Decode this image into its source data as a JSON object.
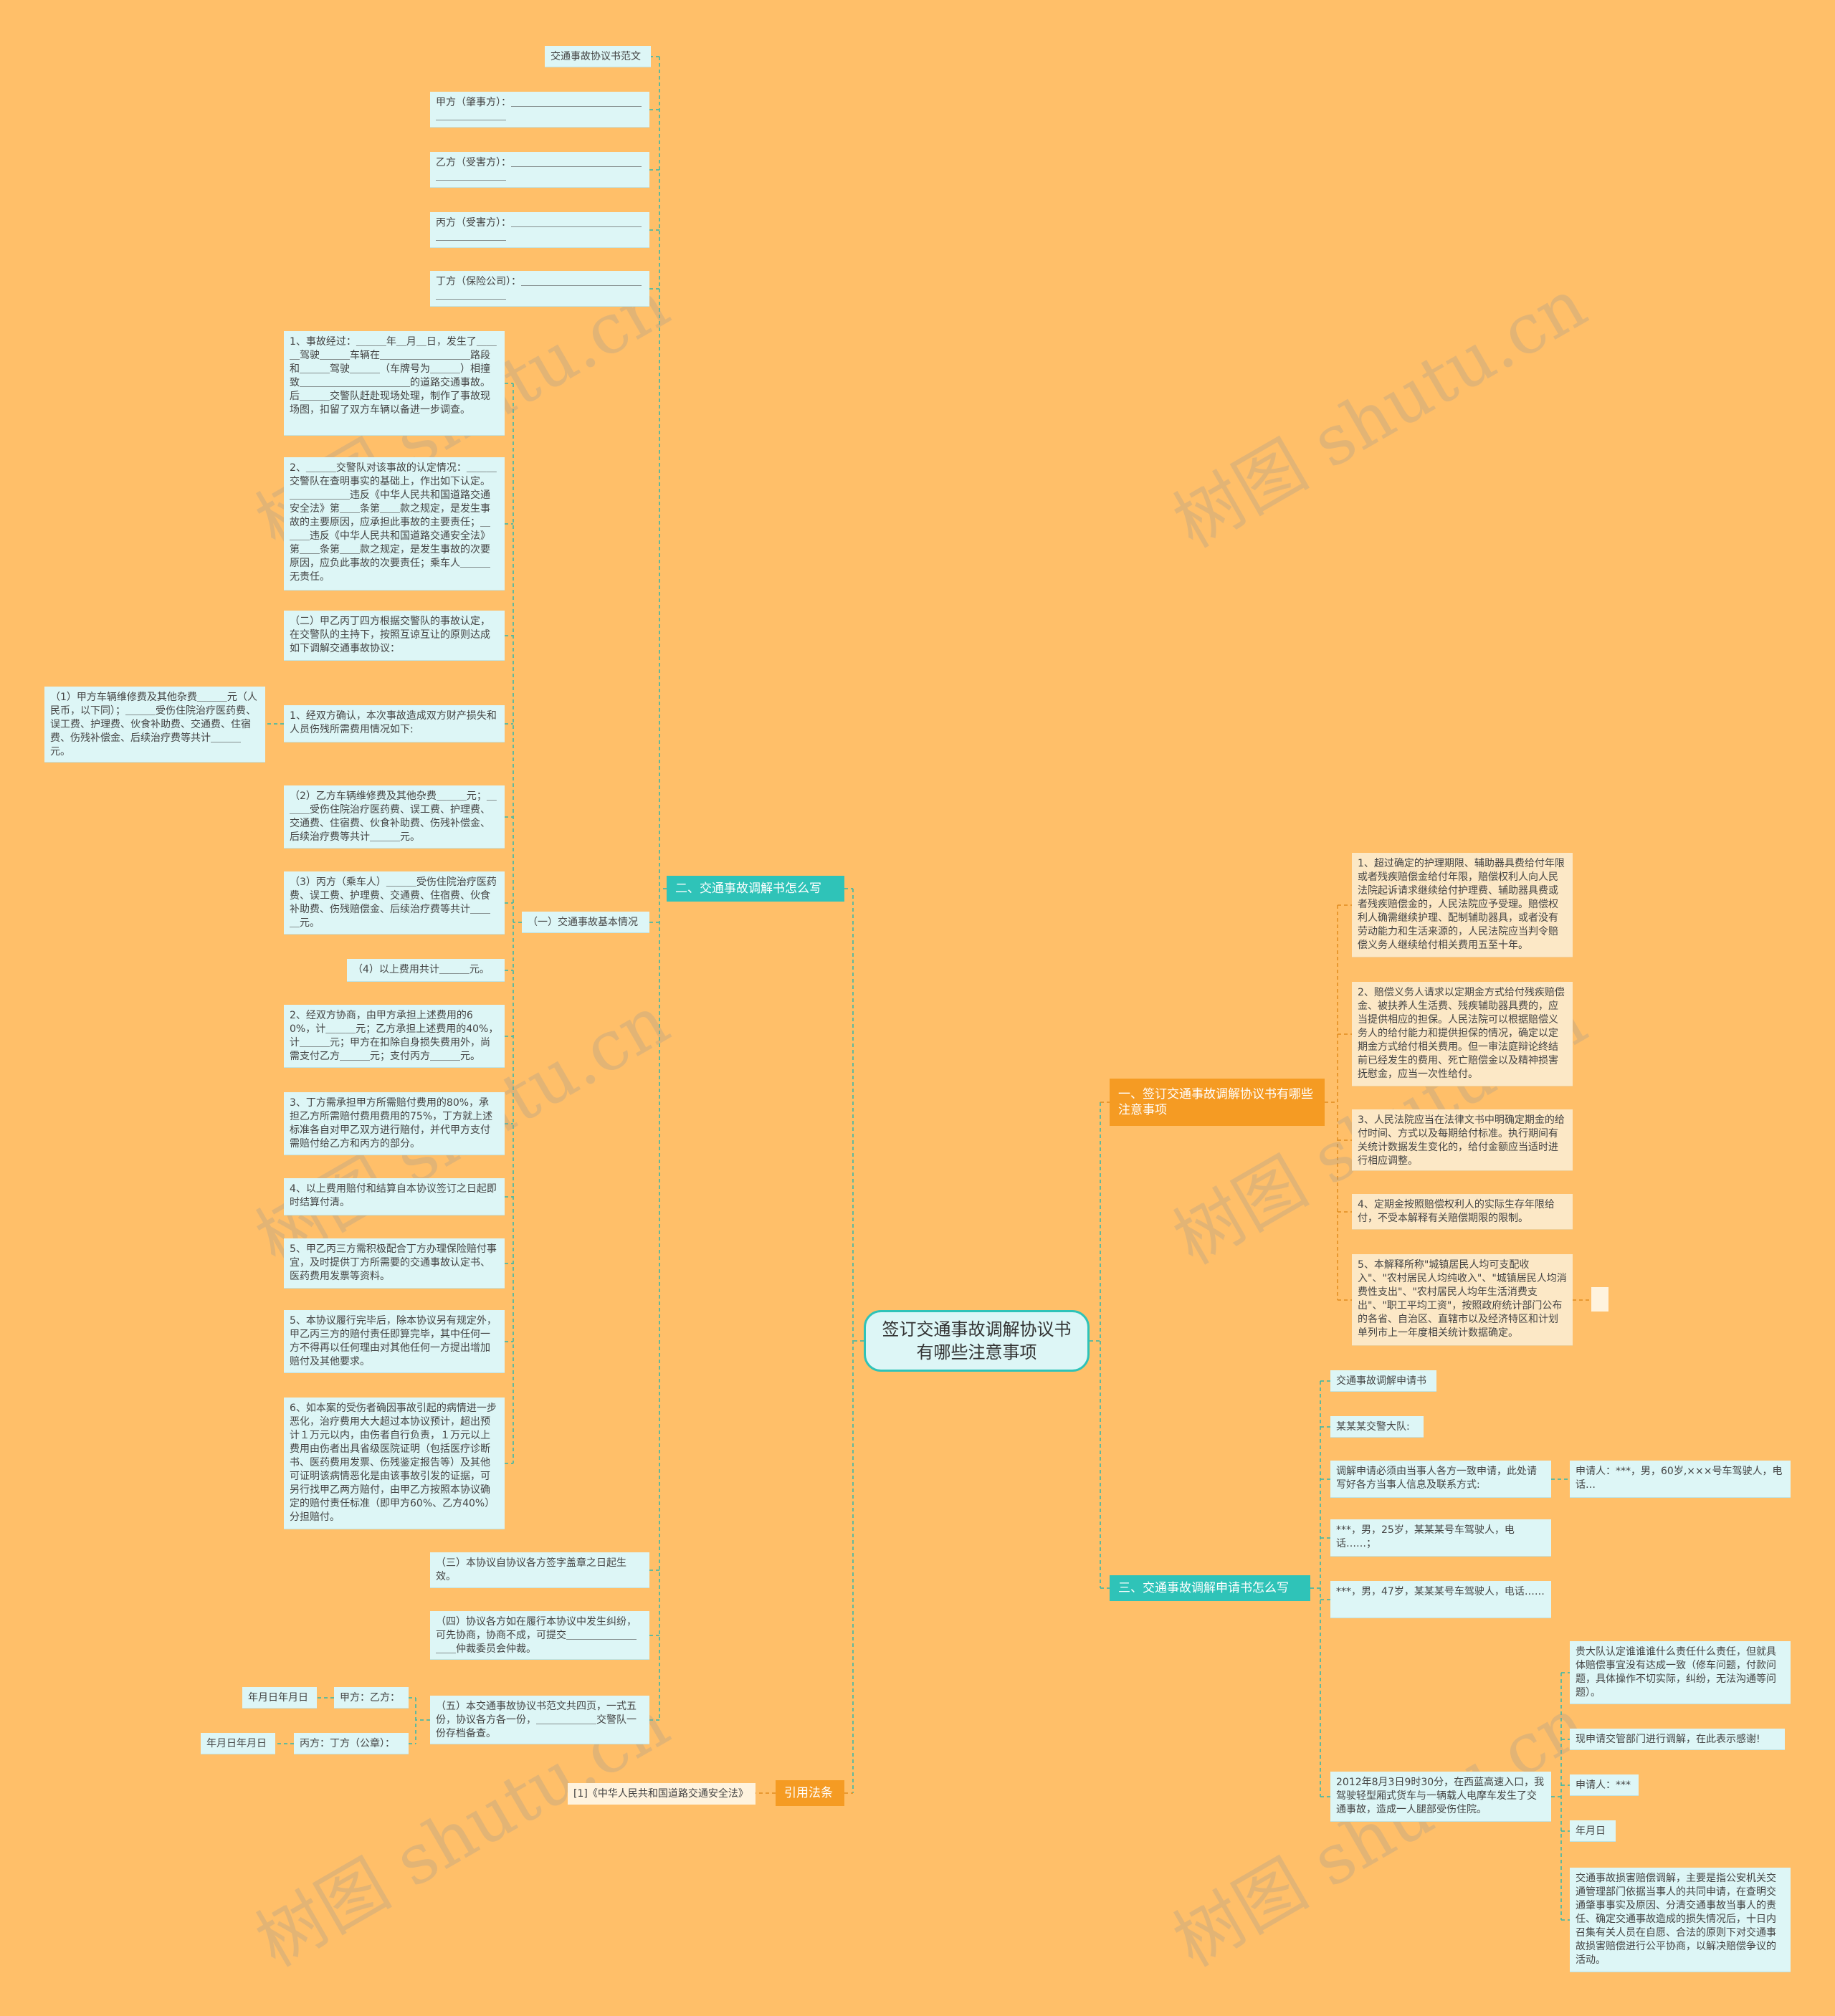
{
  "root": "签订交通事故调解协议书有哪些注意事项",
  "branches": {
    "left1": "二、交通事故调解书怎么写",
    "left2": "引用法条",
    "right1": "一、签订交通事故调解协议书有哪些注意事项",
    "right2": "三、交通事故调解申请书怎么写"
  },
  "left_top_items": [
    "交通事故协议书范文",
    "甲方（肇事方）：＿＿＿＿＿＿＿＿＿＿＿＿＿＿＿＿＿＿＿＿",
    "乙方（受害方）：＿＿＿＿＿＿＿＿＿＿＿＿＿＿＿＿＿＿＿＿",
    "丙方（受害方）：＿＿＿＿＿＿＿＿＿＿＿＿＿＿＿＿＿＿＿＿",
    "丁方（保险公司）：＿＿＿＿＿＿＿＿＿＿＿＿＿＿＿＿＿＿＿"
  ],
  "basic_label": "（一）交通事故基本情况",
  "basic_items": [
    "1、事故经过：＿＿＿年＿月＿日，发生了＿＿＿驾驶＿＿＿车辆在＿＿＿＿＿＿＿＿＿路段和＿＿＿驾驶＿＿＿（车牌号为＿＿＿）相撞致＿＿＿＿＿＿＿＿＿＿＿的道路交通事故。后＿＿＿交警队赶赴现场处理，制作了事故现场图，扣留了双方车辆以备进一步调查。",
    "2、＿＿＿交警队对该事故的认定情况：＿＿＿交警队在查明事实的基础上，作出如下认定。＿＿＿＿＿＿违反《中华人民共和国道路交通安全法》第＿＿条第＿＿款之规定，是发生事故的主要原因，应承担此事故的主要责任；＿＿＿违反《中华人民共和国道路交通安全法》第＿＿条第＿＿款之规定，是发生事故的次要原因，应负此事故的次要责任；乘车人＿＿＿无责任。",
    "（二）甲乙丙丁四方根据交警队的事故认定，在交警队的主持下，按照互谅互让的原则达成如下调解交通事故协议：",
    "1、经双方确认，本次事故造成双方财产损失和人员伤残所需费用情况如下:",
    "（2）乙方车辆维修费及其他杂费＿＿＿元；＿＿＿受伤住院治疗医药费、误工费、护理费、交通费、住宿费、伙食补助费、伤残补偿金、后续治疗费等共计＿＿＿元。",
    "（3）丙方（乘车人）＿＿＿受伤住院治疗医药费、误工费、护理费、交通费、住宿费、伙食补助费、伤残赔偿金、后续治疗费等共计＿＿＿元。",
    "（4）以上费用共计＿＿＿元。",
    "2、经双方协商，由甲方承担上述费用的60%，计＿＿＿元；乙方承担上述费用的40%，计＿＿＿元；甲方在扣除自身损失费用外，尚需支付乙方＿＿＿元；支付丙方＿＿＿元。",
    "3、丁方需承担甲方所需赔付费用的80%，承担乙方所需赔付费用费用的75%，丁方就上述标准各自对甲乙双方进行赔付，并代甲方支付需赔付给乙方和丙方的部分。",
    "4、以上费用赔付和结算自本协议签订之日起即时结算付清。",
    "5、甲乙丙三方需积极配合丁方办理保险赔付事宜，及时提供丁方所需要的交通事故认定书、医药费用发票等资料。",
    "5、本协议履行完毕后，除本协议另有规定外，甲乙丙三方的赔付责任即算完毕，其中任何一方不得再以任何理由对其他任何一方提出增加赔付及其他要求。",
    "6、如本案的受伤者确因事故引起的病情进一步恶化，治疗费用大大超过本协议预计，超出预计１万元以内，由伤者自行负责，１万元以上费用由伤者出具省级医院证明（包括医疗诊断书、医药费用发票、伤残鉴定报告等）及其他可证明该病情恶化是由该事故引发的证据，可另行找甲乙两方赔付，由甲乙方按照本协议确定的赔付责任标准（即甲方60%、乙方40%）分担赔付。"
  ],
  "far_left_item": "（1）甲方车辆维修费及其他杂费＿＿＿元（人民币，以下同）；＿＿＿受伤住院治疗医药费、误工费、护理费、伙食补助费、交通费、住宿费、伤残补偿金、后续治疗费等共计＿＿＿元。",
  "left_bottom_items": [
    "（三）本协议自协议各方签字盖章之日起生效。",
    "（四）协议各方如在履行本协议中发生纠纷，可先协商，协商不成，可提交＿＿＿＿＿＿＿＿＿仲裁委员会仲裁。",
    "（五）本交通事故协议书范文共四页，一式五份，协议各方各一份，＿＿＿＿＿＿交警队一份存档备查。"
  ],
  "sign": {
    "a": "甲方：乙方：",
    "a_date": "年月日年月日",
    "b": "丙方：丁方（公章）：",
    "b_date": "年月日年月日"
  },
  "law_item": "[1]《中华人民共和国道路交通安全法》",
  "right1_items": [
    "1、超过确定的护理期限、辅助器具费给付年限或者残疾赔偿金给付年限，赔偿权利人向人民法院起诉请求继续给付护理费、辅助器具费或者残疾赔偿金的，人民法院应予受理。赔偿权利人确需继续护理、配制辅助器具，或者没有劳动能力和生活来源的，人民法院应当判令赔偿义务人继续给付相关费用五至十年。",
    "2、赔偿义务人请求以定期金方式给付残疾赔偿金、被扶养人生活费、残疾辅助器具费的，应当提供相应的担保。人民法院可以根据赔偿义务人的给付能力和提供担保的情况，确定以定期金方式给付相关费用。但一审法庭辩论终结前已经发生的费用、死亡赔偿金以及精神损害抚慰金，应当一次性给付。",
    "3、人民法院应当在法律文书中明确定期金的给付时间、方式以及每期给付标准。执行期间有关统计数据发生变化的，给付金额应当适时进行相应调整。",
    "4、定期金按照赔偿权利人的实际生存年限给付，不受本解释有关赔偿期限的限制。",
    "5、本解释所称\"城镇居民人均可支配收入\"、\"农村居民人均纯收入\"、\"城镇居民人均消费性支出\"、\"农村居民人均年生活消费支出\"、\"职工平均工资\"，按照政府统计部门公布的各省、自治区、直辖市以及经济特区和计划单列市上一年度相关统计数据确定。"
  ],
  "right2_items": [
    "交通事故调解申请书",
    "某某某交警大队:",
    "调解申请必须由当事人各方一致申请，此处请写好各方当事人信息及联系方式:",
    "***，男，25岁，某某某号车驾驶人，电话……；",
    "***，男，47岁，某某某号车驾驶人，电话……",
    "2012年8月3日9时30分，在西蓝高速入口，我驾驶轻型厢式货车与一辆载人电摩车发生了交通事故，造成一人腿部受伤住院。"
  ],
  "applicant_a": "申请人：***，男，60岁,×××号车驾驶人，电话…",
  "incident_items": [
    "贵大队认定谁谁谁什么责任什么责任，但就具体赔偿事宜没有达成一致（修车问题，付款问题，具体操作不切实际，纠纷，无法沟通等问题）。",
    "现申请交管部门进行调解，在此表示感谢!",
    "申请人：***",
    "年月日",
    "交通事故损害赔偿调解，主要是指公安机关交通管理部门依据当事人的共同申请，在查明交通肇事事实及原因、分清交通事故当事人的责任、确定交通事故造成的损失情况后，十日内召集有关人员在自愿、合法的原则下对交通事故损害赔偿进行公平协商，以解决赔偿争议的活动。"
  ],
  "watermark": "树图 shutu.cn",
  "colors": {
    "background": "#FFBF69",
    "teal": "#2FC3B8",
    "orange": "#F59B23",
    "leaf": "#DDF6F6",
    "leaf_right": "#FCE8C6"
  }
}
